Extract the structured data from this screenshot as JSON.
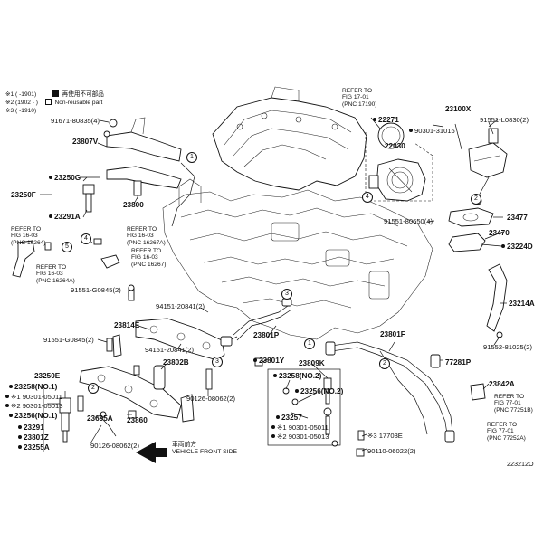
{
  "legend": {
    "rows": [
      {
        "mark": "※1",
        "range": "(      -1901)",
        "box": "filled",
        "text": "再使用不可部品"
      },
      {
        "mark": "※2",
        "range": "(1902     -     )",
        "box": "open",
        "text": "Non-reusable part"
      },
      {
        "mark": "※3",
        "range": "(      -1910)",
        "box": "",
        "text": ""
      }
    ]
  },
  "refers": [
    {
      "id": "ref-fig-17-01",
      "text": "REFER TO\nFIG 17-01\n(PNC 17190)"
    },
    {
      "id": "ref-fig-16-03-a",
      "text": "REFER TO\nFIG 16-03\n(PNC 16264)"
    },
    {
      "id": "ref-fig-16-03-b",
      "text": "REFER TO\nFIG 16-03\n(PNC 16267A)"
    },
    {
      "id": "ref-fig-16-03-c",
      "text": "REFER TO\nFIG 16-03\n(PNC 16267)"
    },
    {
      "id": "ref-fig-16-03-d",
      "text": "REFER TO\nFIG 16-03\n(PNC 16264A)"
    },
    {
      "id": "ref-fig-77-01-a",
      "text": "REFER TO\nFIG 77-01\n(PNC 77251B)"
    },
    {
      "id": "ref-fig-77-01-b",
      "text": "REFER TO\nFIG 77-01\n(PNC 77252A)"
    }
  ],
  "labels": [
    {
      "id": "p91671-80835",
      "text": "91671-80835(4)",
      "bold": false,
      "dot": false
    },
    {
      "id": "p23807v",
      "text": "23807V",
      "bold": true,
      "dot": false
    },
    {
      "id": "p22271",
      "text": "22271",
      "bold": true,
      "dot": true
    },
    {
      "id": "p23100x",
      "text": "23100X",
      "bold": true,
      "dot": false
    },
    {
      "id": "p90301-31016",
      "text": "90301-31016",
      "bold": false,
      "dot": true
    },
    {
      "id": "p91551-l0830",
      "text": "91551-L0830(2)",
      "bold": false,
      "dot": false
    },
    {
      "id": "p22030",
      "text": "22030",
      "bold": true,
      "dot": false
    },
    {
      "id": "p23250g",
      "text": "23250G",
      "bold": true,
      "dot": true
    },
    {
      "id": "p23250f",
      "text": "23250F",
      "bold": true,
      "dot": false
    },
    {
      "id": "p23291a",
      "text": "23291A",
      "bold": true,
      "dot": true
    },
    {
      "id": "p23800",
      "text": "23800",
      "bold": true,
      "dot": false
    },
    {
      "id": "p91551-80650",
      "text": "91551-80650(4)",
      "bold": false,
      "dot": false
    },
    {
      "id": "p23477",
      "text": "23477",
      "bold": true,
      "dot": false
    },
    {
      "id": "p23470",
      "text": "23470",
      "bold": true,
      "dot": false
    },
    {
      "id": "p23224d",
      "text": "23224D",
      "bold": true,
      "dot": true
    },
    {
      "id": "p91551-g0845-a",
      "text": "91551-G0845(2)",
      "bold": false,
      "dot": false
    },
    {
      "id": "p94151-20841-a",
      "text": "94151-20841(2)",
      "bold": false,
      "dot": false
    },
    {
      "id": "p23214a",
      "text": "23214A",
      "bold": true,
      "dot": false
    },
    {
      "id": "p23814e",
      "text": "23814E",
      "bold": true,
      "dot": false
    },
    {
      "id": "p91551-g0845-b",
      "text": "91551-G0845(2)",
      "bold": false,
      "dot": false
    },
    {
      "id": "p23801p",
      "text": "23801P",
      "bold": true,
      "dot": false
    },
    {
      "id": "p23801f",
      "text": "23801F",
      "bold": true,
      "dot": false
    },
    {
      "id": "p91552-81025",
      "text": "91552-81025(2)",
      "bold": false,
      "dot": false
    },
    {
      "id": "p94151-20841-b",
      "text": "94151-20841(2)",
      "bold": false,
      "dot": false
    },
    {
      "id": "p23802b",
      "text": "23802B",
      "bold": true,
      "dot": false
    },
    {
      "id": "p23801y",
      "text": "23801Y",
      "bold": true,
      "dot": true
    },
    {
      "id": "p23809k",
      "text": "23809K",
      "bold": true,
      "dot": false
    },
    {
      "id": "p77281p",
      "text": "77281P",
      "bold": true,
      "dot": false
    },
    {
      "id": "p23250e",
      "text": "23250E",
      "bold": true,
      "dot": false
    },
    {
      "id": "p23258-1",
      "text": "23258(NO.1)",
      "bold": true,
      "dot": false
    },
    {
      "id": "p90301-05011-a",
      "text": "※1 90301-05011",
      "bold": false,
      "dot": true
    },
    {
      "id": "p90301-05013-a",
      "text": "※2 90301-05013",
      "bold": false,
      "dot": true
    },
    {
      "id": "p23256-1",
      "text": "23256(NO.1)",
      "bold": true,
      "dot": true
    },
    {
      "id": "p23291",
      "text": "23291",
      "bold": true,
      "dot": true
    },
    {
      "id": "p23801z",
      "text": "23801Z",
      "bold": true,
      "dot": true
    },
    {
      "id": "p23255a",
      "text": "23255A",
      "bold": true,
      "dot": true
    },
    {
      "id": "p23258-2",
      "text": "23258(NO.2)",
      "bold": true,
      "dot": true
    },
    {
      "id": "p23256-2",
      "text": "23256(NO.2)",
      "bold": true,
      "dot": true
    },
    {
      "id": "p23257",
      "text": "23257",
      "bold": true,
      "dot": true
    },
    {
      "id": "p90301-05011-b",
      "text": "※1 90301-05011",
      "bold": false,
      "dot": true
    },
    {
      "id": "p90301-05013-b",
      "text": "※2 90301-05013",
      "bold": false,
      "dot": true
    },
    {
      "id": "p17703e",
      "text": "※3 17703E",
      "bold": false,
      "dot": false
    },
    {
      "id": "p90110-06022",
      "text": "90110-06022(2)",
      "bold": false,
      "dot": false
    },
    {
      "id": "p23842a",
      "text": "23842A",
      "bold": true,
      "dot": false
    },
    {
      "id": "p90126-08062-a",
      "text": "90126-08062(2)",
      "bold": false,
      "dot": false
    },
    {
      "id": "p23695a",
      "text": "23695A",
      "bold": true,
      "dot": false
    },
    {
      "id": "p23860",
      "text": "23860",
      "bold": true,
      "dot": false
    },
    {
      "id": "p90126-08062-b",
      "text": "90126-08062(2)",
      "bold": false,
      "dot": false
    }
  ],
  "callouts": [
    "1",
    "2",
    "3",
    "4",
    "5"
  ],
  "front_label": {
    "jp": "車両前方",
    "en": "VEHICLE FRONT SIDE"
  },
  "figure_id": "223212O"
}
